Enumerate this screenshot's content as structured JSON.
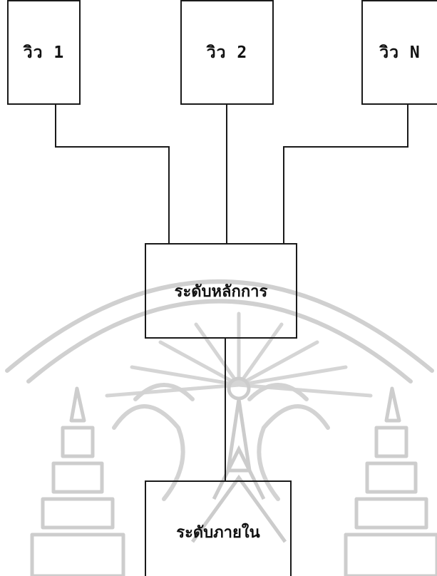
{
  "diagram": {
    "views": [
      {
        "label": "วิว 1"
      },
      {
        "label": "วิว 2"
      },
      {
        "label": "วิว N"
      }
    ],
    "conceptual_level": {
      "label": "ระดับหลักการ"
    },
    "internal_level": {
      "label": "ระดับภายใน"
    }
  },
  "colors": {
    "line": "#1a1a1a",
    "watermark": "#cfcfcf"
  },
  "icons": {
    "watermark": "university-seal-watermark-icon"
  }
}
